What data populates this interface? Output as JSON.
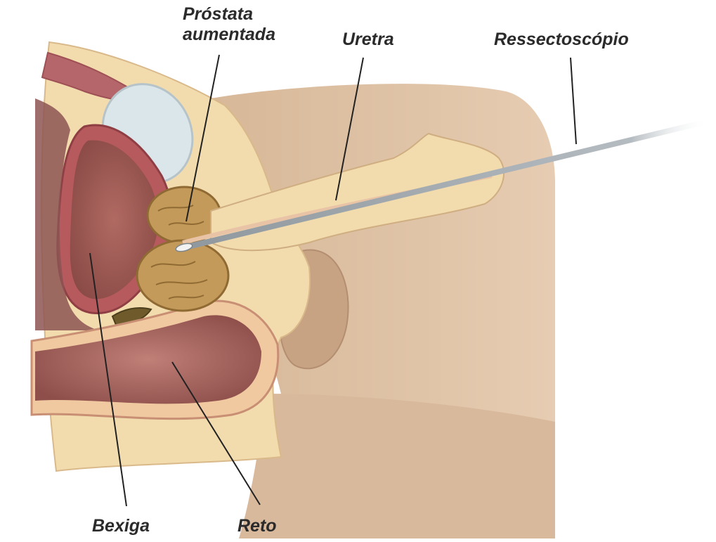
{
  "labels": {
    "prostata_line1": "Próstata",
    "prostata_line2": "aumentada",
    "uretra": "Uretra",
    "ressectoscopio": "Ressectoscópio",
    "bexiga": "Bexiga",
    "reto": "Reto"
  },
  "colors": {
    "skin": "#dcbfa3",
    "skin_shadow": "#c9a487",
    "fat_tissue": "#f2dcae",
    "muscle": "#b5666a",
    "bladder_wall": "#a85458",
    "bladder_lumen": "#9c5a55",
    "prostate": "#c49a5a",
    "pubic_bone": "#dbe6ea",
    "instrument": "#9aa3a8",
    "leader_line": "#222222"
  }
}
